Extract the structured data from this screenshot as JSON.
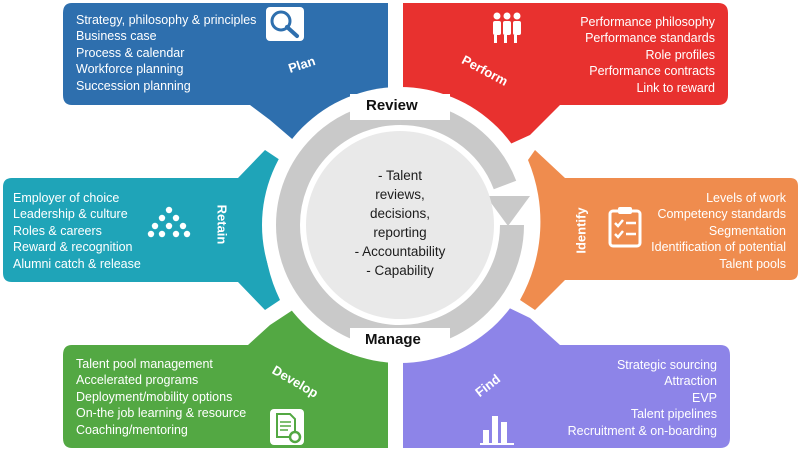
{
  "center": {
    "title_top": "Review",
    "title_bottom": "Manage",
    "lines": [
      "- Talent",
      "reviews,",
      "decisions,",
      "reporting",
      "- Accountability",
      "- Capability"
    ]
  },
  "segments": {
    "plan": {
      "label": "Plan",
      "color": "#2e6fae",
      "icon": "magnifier-icon",
      "items": [
        "Strategy, philosophy & principles",
        "Business case",
        "Process & calendar",
        "Workforce planning",
        "Succession planning"
      ]
    },
    "perform": {
      "label": "Perform",
      "color": "#e8312f",
      "icon": "people-group-icon",
      "items": [
        "Performance philosophy",
        "Performance standards",
        "Role profiles",
        "Performance contracts",
        "Link to reward"
      ]
    },
    "identify": {
      "label": "Identify",
      "color": "#ef8c4e",
      "icon": "clipboard-checklist-icon",
      "items": [
        "Levels of work",
        "Competency standards",
        "Segmentation",
        "Identification of potential",
        "Talent pools"
      ]
    },
    "find": {
      "label": "Find",
      "color": "#8d84e8",
      "icon": "bar-chart-icon",
      "items": [
        "Strategic sourcing",
        "Attraction",
        "EVP",
        "Talent pipelines",
        "Recruitment & on-boarding"
      ]
    },
    "develop": {
      "label": "Develop",
      "color": "#53a843",
      "icon": "document-gear-icon",
      "items": [
        "Talent pool management",
        "Accelerated programs",
        "Deployment/mobility options",
        "On-the job learning & resource",
        "Coaching/mentoring"
      ]
    },
    "retain": {
      "label": "Retain",
      "color": "#1fa4b8",
      "icon": "org-chart-icon",
      "items": [
        "Employer of choice",
        "Leadership & culture",
        "Roles & careers",
        "Reward & recognition",
        "Alumni catch & release"
      ]
    }
  }
}
